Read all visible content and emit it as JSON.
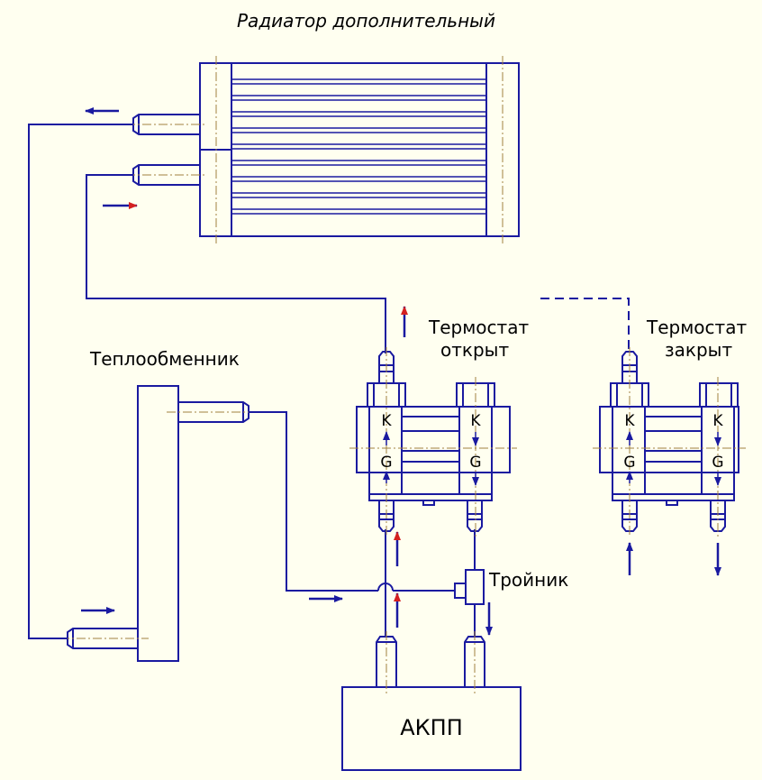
{
  "labels": {
    "radiator": "Радиатор дополнительный",
    "heat_exchanger": "Теплообменник",
    "thermostat_open_line1": "Термостат",
    "thermostat_open_line2": "открыт",
    "thermostat_closed_line1": "Термостат",
    "thermostat_closed_line2": "закрыт",
    "tee": "Тройник",
    "gearbox": "АКПП",
    "port_k": "K",
    "port_g": "G"
  },
  "colors": {
    "background": "#fffff0",
    "line": "#1a1aa0",
    "hot_arrow": "#d42020",
    "cold_arrow": "#1a1aa0",
    "axis": "#a08040"
  }
}
